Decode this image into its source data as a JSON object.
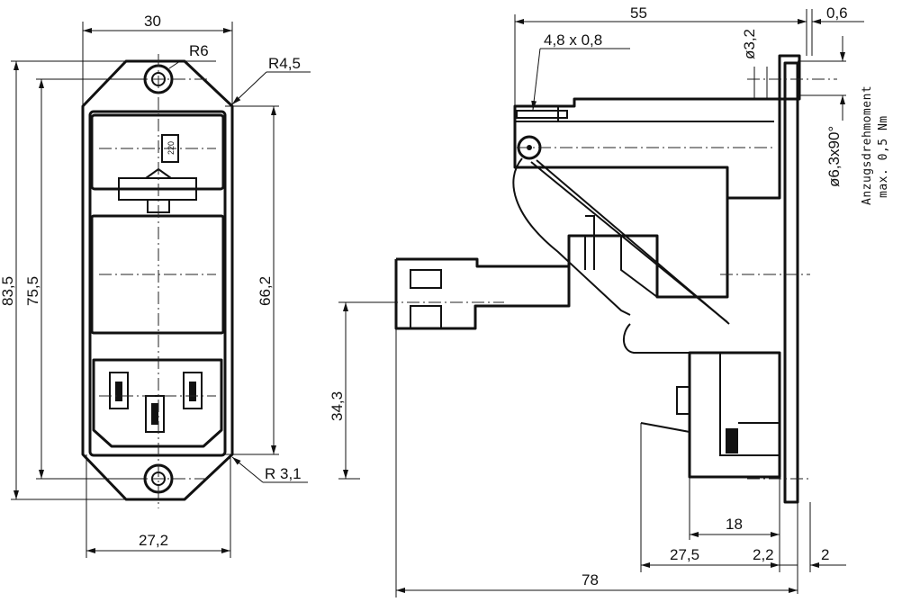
{
  "front_view": {
    "dimensions": {
      "top_width": "30",
      "radius_large": "R6",
      "radius_corner": "R4,5",
      "radius_small": "R 3,1",
      "overall_height": "83,5",
      "hole_pitch": "75,5",
      "cutout_height": "66,2",
      "bottom_width": "27,2"
    },
    "fuse_label": "220"
  },
  "side_view": {
    "dimensions": {
      "overall_depth": "55",
      "flange_thickness": "0,6",
      "tab_size": "4,8 x 0,8",
      "hole_diameter": "ø3,2",
      "countersink": "ø6,3x90°",
      "axis_height": "34,3",
      "dim_18": "18",
      "dim_27_5": "27,5",
      "dim_2_2": "2,2",
      "dim_2": "2",
      "overall_length": "78"
    },
    "torque_note_line1": "Anzugsdrehmoment",
    "torque_note_line2": "max. 0,5 Nm"
  }
}
